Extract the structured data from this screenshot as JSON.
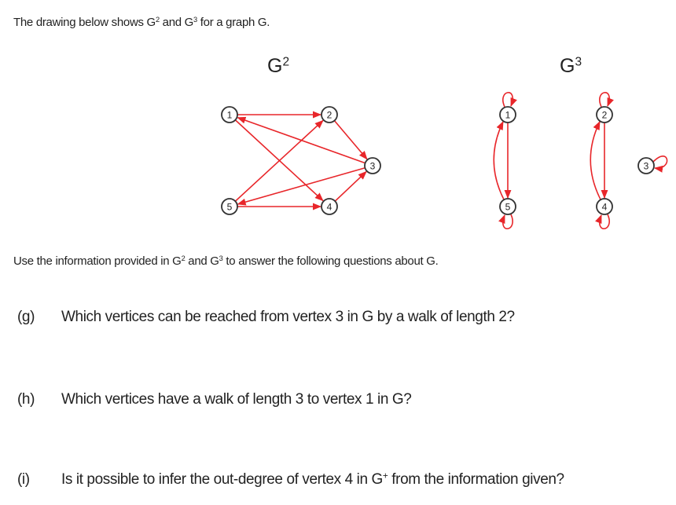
{
  "intro": {
    "text": "The drawing below shows G",
    "sup1": "2",
    "mid": " and G",
    "sup2": "3",
    "end": " for a graph G."
  },
  "g2": {
    "label": "G",
    "sup": "2",
    "nodes": [
      "1",
      "2",
      "3",
      "4",
      "5"
    ],
    "edges": [
      [
        "1",
        "2"
      ],
      [
        "1",
        "4"
      ],
      [
        "2",
        "3"
      ],
      [
        "3",
        "1"
      ],
      [
        "3",
        "5"
      ],
      [
        "5",
        "2"
      ],
      [
        "5",
        "4"
      ],
      [
        "4",
        "3"
      ]
    ]
  },
  "g3": {
    "label": "G",
    "sup": "3",
    "nodes": [
      "1",
      "2",
      "3",
      "4",
      "5"
    ],
    "edges": [
      [
        "1",
        "1"
      ],
      [
        "1",
        "5"
      ],
      [
        "5",
        "1"
      ],
      [
        "5",
        "5"
      ],
      [
        "2",
        "2"
      ],
      [
        "2",
        "4"
      ],
      [
        "4",
        "2"
      ],
      [
        "4",
        "4"
      ],
      [
        "3",
        "3"
      ]
    ]
  },
  "use": {
    "text": "Use the information provided in G",
    "sup1": "2",
    "mid": " and G",
    "sup2": "3",
    "end": " to answer the following questions about G."
  },
  "questions": [
    {
      "label": "(g)",
      "text": "Which vertices can be reached from vertex 3 in G by a walk of length 2?"
    },
    {
      "label": "(h)",
      "text": "Which vertices have a walk of length 3 to vertex 1 in G?"
    },
    {
      "label": "(i)",
      "text": "Is it possible to infer the out-degree of vertex 4 in G",
      "sup": "+",
      "end": " from the information given?"
    }
  ],
  "colors": {
    "edge": "#e8262a",
    "node": "#333333"
  }
}
